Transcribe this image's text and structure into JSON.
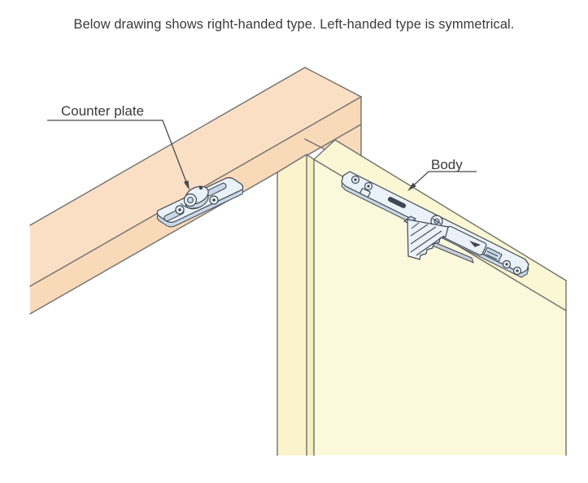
{
  "note": "Below drawing shows right-handed type. Left-handed type is symmetrical.",
  "labels": {
    "counter_plate": "Counter plate",
    "body": "Body"
  },
  "diagram": {
    "type": "isometric-installation-drawing",
    "parts": [
      {
        "name": "counter-plate",
        "mounted_on": "frame header beam"
      },
      {
        "name": "body",
        "mounted_on": "door top edge"
      }
    ]
  },
  "colors": {
    "text": "#3a3a3a",
    "leader": "#4a4a4a",
    "wood-line": "#6f6f6f",
    "beam-top": "#fbdfc5",
    "beam-front": "#f8d9b8",
    "beam-end": "#f9dbbc",
    "door-face": "#fcf8dc",
    "door-strip": "#fbf6d4",
    "door-edge": "#faf3cc",
    "door-chamfer": "#f6eec0",
    "metal-light": "#eaf1f8",
    "metal-shade": "#c9d8e6",
    "metal-gray": "#c6cdd4",
    "metal-dark": "#3f4850"
  }
}
